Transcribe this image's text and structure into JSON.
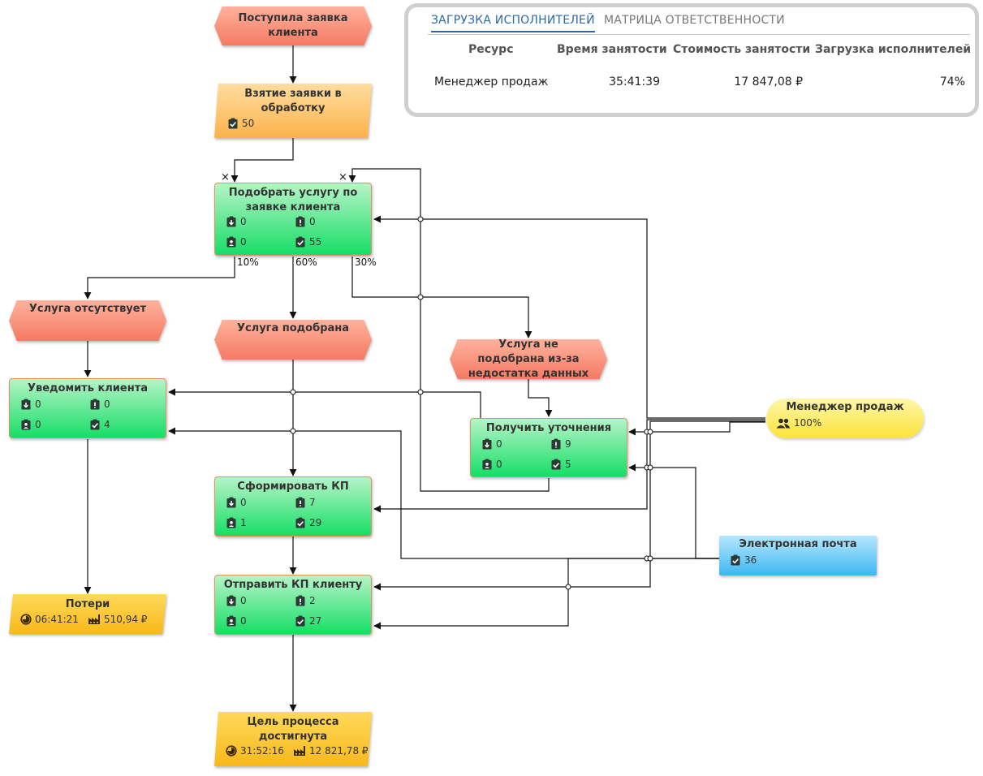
{
  "colors": {
    "event": "#f57a63",
    "task": "#16de66",
    "loss": "#f7b81a",
    "resource": "#fbe43b",
    "document": "#3eb7f1",
    "tab_active": "#2b68a8"
  },
  "icons": {
    "in": "clipboard-arrow-down-icon",
    "alert": "clipboard-alert-icon",
    "user": "clipboard-user-icon",
    "check": "clipboard-check-icon",
    "clock": "clock-icon",
    "factory": "factory-icon",
    "people": "people-icon"
  },
  "panel": {
    "tabs": [
      {
        "label": "ЗАГРУЗКА ИСПОЛНИТЕЛЕЙ",
        "active": true
      },
      {
        "label": "МАТРИЦА ОТВЕТСТВЕННОСТИ",
        "active": false
      }
    ],
    "columns": [
      "Ресурс",
      "Время занятости",
      "Стоимость занятости",
      "Загрузка исполнителей"
    ],
    "rows": [
      [
        "Менеджер продаж",
        "35:41:39",
        "17 847,08 ₽",
        "74%"
      ]
    ]
  },
  "diagram": {
    "start": {
      "title": "Поступила заявка клиента"
    },
    "take": {
      "title": "Взятие заявки в обработку",
      "done": "50"
    },
    "select": {
      "title": "Подобрать услугу по заявке клиента",
      "in": "0",
      "alert": "0",
      "user": "0",
      "done": "55"
    },
    "pct_left": "10%",
    "pct_mid": "60%",
    "pct_right": "30%",
    "ev_absent": {
      "title": "Услуга отсутствует"
    },
    "ev_found": {
      "title": "Услуга подобрана"
    },
    "ev_nodata": {
      "title": "Услуга не подобрана из-за недостатка данных"
    },
    "notify": {
      "title": "Уведомить клиента",
      "in": "0",
      "alert": "0",
      "user": "0",
      "done": "4"
    },
    "clarify": {
      "title": "Получить уточнения",
      "in": "0",
      "alert": "9",
      "user": "0",
      "done": "5"
    },
    "form_kp": {
      "title": "Сформировать КП",
      "in": "0",
      "alert": "7",
      "user": "1",
      "done": "29"
    },
    "send_kp": {
      "title": "Отправить КП клиенту",
      "in": "0",
      "alert": "2",
      "user": "0",
      "done": "27"
    },
    "losses": {
      "title": "Потери",
      "time": "06:41:21",
      "cost": "510,94 ₽"
    },
    "goal": {
      "title": "Цель процесса достигнута",
      "time": "31:52:16",
      "cost": "12 821,78 ₽"
    },
    "manager": {
      "title": "Менеджер продаж",
      "load": "100%"
    },
    "email": {
      "title": "Электронная почта",
      "count": "36"
    }
  }
}
